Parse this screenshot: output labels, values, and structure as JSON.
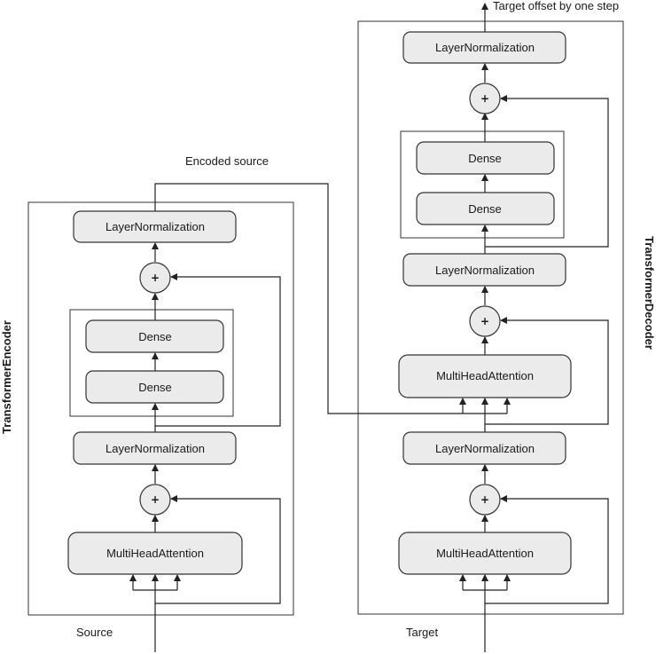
{
  "labels": {
    "encoded_source": "Encoded source",
    "target_offset": "Target offset by one step",
    "source": "Source",
    "target": "Target",
    "encoder_title": "TransformerEncoder",
    "decoder_title": "TransformerDecoder"
  },
  "encoder": {
    "layer_norm_top": "LayerNormalization",
    "dense_upper": "Dense",
    "dense_lower": "Dense",
    "layer_norm_bottom": "LayerNormalization",
    "mha": "MultiHeadAttention",
    "add_upper": "+",
    "add_lower": "+"
  },
  "decoder": {
    "layer_norm_top": "LayerNormalization",
    "dense_upper": "Dense",
    "dense_lower": "Dense",
    "layer_norm_mid": "LayerNormalization",
    "mha_cross": "MultiHeadAttention",
    "layer_norm_low": "LayerNormalization",
    "mha_self": "MultiHeadAttention",
    "add_top": "+",
    "add_mid": "+",
    "add_low": "+"
  }
}
